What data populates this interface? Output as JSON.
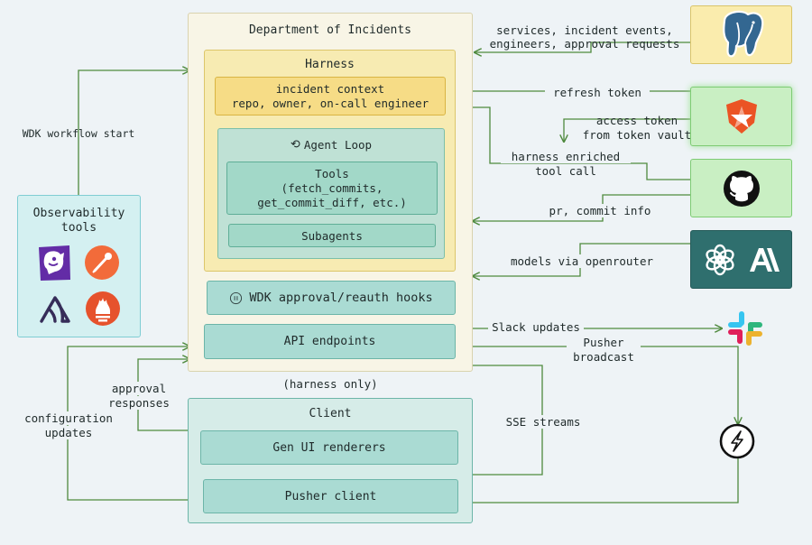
{
  "department": {
    "title": "Department of Incidents"
  },
  "harness": {
    "title": "Harness",
    "context": [
      "incident context",
      "repo, owner, on-call engineer"
    ],
    "agent_loop": "Agent Loop",
    "tools": [
      "Tools",
      "(fetch_commits,",
      "get_commit_diff, etc.)"
    ],
    "subagents": "Subagents"
  },
  "wdk_hooks": "WDK approval/reauth hooks",
  "api_endpoints": "API endpoints",
  "harness_only": "(harness only)",
  "client": {
    "title": "Client",
    "gen_ui": "Gen UI renderers",
    "pusher_client": "Pusher client"
  },
  "observability": {
    "title": [
      "Observability",
      "tools"
    ],
    "icons": [
      "datadog-icon",
      "postman-icon",
      "sentry-icon",
      "prometheus-icon"
    ]
  },
  "services": {
    "postgres": "postgresql-elephant-icon",
    "auth0": "auth0-shield-icon",
    "github": "github-octocat-icon",
    "ai": [
      "openai-logo-icon",
      "anthropic-logo-icon"
    ],
    "slack": "slack-logo-icon",
    "pusher": "pusher-bolt-icon"
  },
  "edges": {
    "wdk_start": "WDK workflow start",
    "db_data": [
      "services, incident events,",
      "engineers, approval requests"
    ],
    "refresh_token": "refresh token",
    "access_token": [
      "access token",
      "from token vault"
    ],
    "enriched_tool_call": [
      "harness enriched",
      "tool call"
    ],
    "pr_commit": "pr, commit info",
    "models": "models via openrouter",
    "slack_updates": "Slack updates",
    "pusher_broadcast": [
      "Pusher",
      "broadcast"
    ],
    "approval_responses": [
      "approval",
      "responses"
    ],
    "configuration_updates": [
      "configuration",
      "updates"
    ],
    "sse_streams": "SSE streams"
  },
  "colors": {
    "edge": "#4f8a3e",
    "harness_fill": "#f7ebb2",
    "context_fill": "#f6dc86",
    "loop_fill": "#bfe1d5",
    "teal_box": "#aadbd3",
    "ai_fill": "#2f6f6e"
  }
}
